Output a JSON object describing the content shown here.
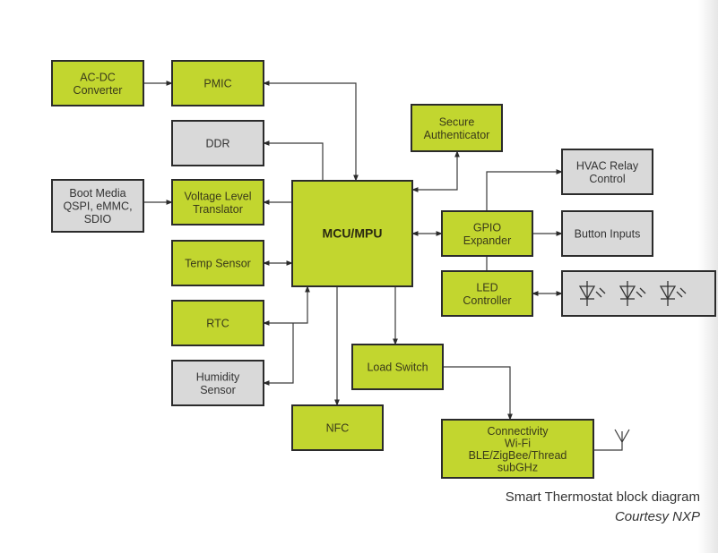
{
  "diagram": {
    "colors": {
      "green": "#c2d62f",
      "gray": "#d9d9d9",
      "line": "#3a3a3a"
    },
    "blocks": {
      "acdc": {
        "lines": [
          "AC-DC",
          "Converter"
        ],
        "color": "green"
      },
      "pmic": {
        "lines": [
          "PMIC"
        ],
        "color": "green"
      },
      "ddr": {
        "lines": [
          "DDR"
        ],
        "color": "gray"
      },
      "boot": {
        "lines": [
          "Boot Media",
          "QSPI, eMMC,",
          "SDIO"
        ],
        "color": "gray"
      },
      "vlt": {
        "lines": [
          "Voltage Level",
          "Translator"
        ],
        "color": "green"
      },
      "temp": {
        "lines": [
          "Temp Sensor"
        ],
        "color": "green"
      },
      "rtc": {
        "lines": [
          "RTC"
        ],
        "color": "green"
      },
      "humidity": {
        "lines": [
          "Humidity",
          "Sensor"
        ],
        "color": "gray"
      },
      "mcu": {
        "lines": [
          "MCU/MPU"
        ],
        "color": "green"
      },
      "secure": {
        "lines": [
          "Secure",
          "Authenticator"
        ],
        "color": "green"
      },
      "gpio": {
        "lines": [
          "GPIO",
          "Expander"
        ],
        "color": "green"
      },
      "hvac": {
        "lines": [
          "HVAC Relay",
          "Control"
        ],
        "color": "gray"
      },
      "button": {
        "lines": [
          "Button Inputs"
        ],
        "color": "gray"
      },
      "led": {
        "lines": [
          "LED",
          "Controller"
        ],
        "color": "green"
      },
      "leds": {
        "lines": [],
        "color": "gray",
        "icon": "led-diode-icon",
        "count": 3
      },
      "load": {
        "lines": [
          "Load Switch"
        ],
        "color": "green"
      },
      "nfc": {
        "lines": [
          "NFC"
        ],
        "color": "green"
      },
      "conn": {
        "lines": [
          "Connectivity",
          "Wi-Fi",
          "BLE/ZigBee/Thread",
          "subGHz"
        ],
        "color": "green"
      }
    },
    "antenna_icon": "antenna-icon"
  },
  "caption": {
    "title": "Smart Thermostat block diagram",
    "credit": "Courtesy NXP"
  }
}
